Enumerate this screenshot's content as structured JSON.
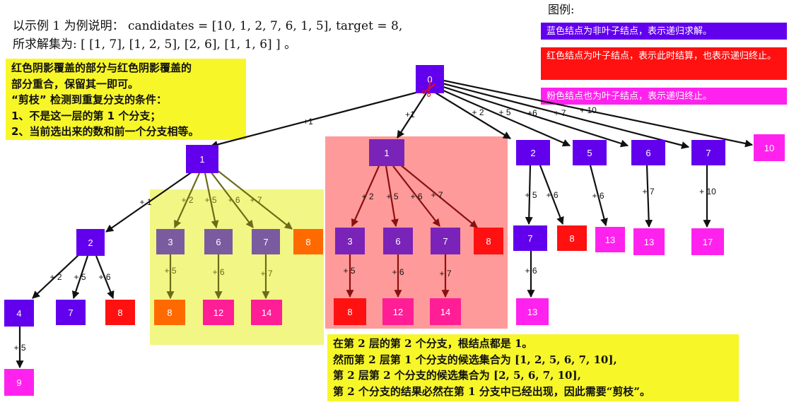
{
  "intro": {
    "line1": "以示例 1 为例说明：  candidates = [10, 1, 2, 7, 6, 1, 5], target = 8,",
    "line2": "所求解集为: [ [1, 7],  [1, 2, 5], [2, 6], [1, 1, 6] ] 。"
  },
  "legend": {
    "title": "图例:",
    "items": [
      {
        "text": "蓝色结点为非叶子结点，表示递归求解。",
        "color": "#6200ee"
      },
      {
        "text": "红色结点为叶子结点，表示此时结算，也表示递归终止。",
        "color": "#ff1111"
      },
      {
        "text": "粉色结点也为叶子结点，表示递归终止。",
        "color": "#ff22ee"
      }
    ]
  },
  "note_left": {
    "lines": [
      "红色阴影覆盖的部分与红色阴影覆盖的",
      "部分重合，保留其一即可。",
      "  “剪枝” 检测到重复分支的条件：",
      "1、不是这一层的第 1 个分支；",
      "2、当前选出来的数和前一个分支相等。"
    ]
  },
  "note_bottom": {
    "lines": [
      "在第 2 层的第 2 个分支，根结点都是 1。",
      "然而第 2 层第 1 个分支的候选集合为 [1, 2, 5, 6, 7, 10],",
      "第 2 层第 2 个分支的候选集合为 [2, 5, 6, 7, 10],",
      "第 2 个分支的结果必然在第 1 分支中已经出现，因此需要“剪枝”。"
    ]
  },
  "scissors_icon": "✂",
  "colors": {
    "blue": "#6200ee",
    "red": "#ff1111",
    "pink": "#ff22ee",
    "faded_purple": "#7a5ba0",
    "orange": "#ff6a00",
    "yellow_shade": "#f0f56e",
    "red_shade": "#ff8888",
    "dark_purple": "#7a23b8",
    "hot_pink": "#ff1e96",
    "olive": "#7a7a1e",
    "dark_red": "#8a1010",
    "edge_label_olive": "#6b6b1a"
  },
  "nodes": [
    {
      "id": "root",
      "label": "0"
    },
    {
      "id": "a1",
      "label": "1"
    },
    {
      "id": "a2",
      "label": "1"
    },
    {
      "id": "b2",
      "label": "2"
    },
    {
      "id": "b5",
      "label": "5"
    },
    {
      "id": "b6",
      "label": "6"
    },
    {
      "id": "b7",
      "label": "7"
    },
    {
      "id": "b10",
      "label": "10"
    },
    {
      "id": "c2",
      "label": "2"
    },
    {
      "id": "c3",
      "label": "3"
    },
    {
      "id": "c6",
      "label": "6"
    },
    {
      "id": "c7",
      "label": "7"
    },
    {
      "id": "c8",
      "label": "8"
    },
    {
      "id": "d3",
      "label": "3"
    },
    {
      "id": "d6",
      "label": "6"
    },
    {
      "id": "d7",
      "label": "7"
    },
    {
      "id": "d8",
      "label": "8"
    },
    {
      "id": "e7",
      "label": "7"
    },
    {
      "id": "e8",
      "label": "8"
    },
    {
      "id": "f13",
      "label": "13"
    },
    {
      "id": "g13",
      "label": "13"
    },
    {
      "id": "h17",
      "label": "17"
    },
    {
      "id": "i4",
      "label": "4"
    },
    {
      "id": "i7",
      "label": "7"
    },
    {
      "id": "i8",
      "label": "8"
    },
    {
      "id": "j8",
      "label": "8"
    },
    {
      "id": "j12",
      "label": "12"
    },
    {
      "id": "j14",
      "label": "14"
    },
    {
      "id": "k8",
      "label": "8"
    },
    {
      "id": "k12",
      "label": "12"
    },
    {
      "id": "k14",
      "label": "14"
    },
    {
      "id": "l13",
      "label": "13"
    },
    {
      "id": "m9",
      "label": "9"
    }
  ],
  "edge_labels": [
    {
      "id": "e-root-a1",
      "text": "+1"
    },
    {
      "id": "e-root-a2",
      "text": "+1"
    },
    {
      "id": "e-root-b2",
      "text": "+ 2"
    },
    {
      "id": "e-root-b5",
      "text": "+ 5"
    },
    {
      "id": "e-root-b6",
      "text": "+6"
    },
    {
      "id": "e-root-b7",
      "text": "+ 7"
    },
    {
      "id": "e-root-b10",
      "text": "+ 10"
    },
    {
      "id": "e-a1-c2",
      "text": "+ 1"
    },
    {
      "id": "e-a1-c3",
      "text": "+ 2"
    },
    {
      "id": "e-a1-c6",
      "text": "+ 5"
    },
    {
      "id": "e-a1-c7",
      "text": "+ 6"
    },
    {
      "id": "e-a1-c8",
      "text": "+ 7"
    },
    {
      "id": "e-a2-d3",
      "text": "+ 2"
    },
    {
      "id": "e-a2-d6",
      "text": "+ 5"
    },
    {
      "id": "e-a2-d7",
      "text": "+ 6"
    },
    {
      "id": "e-a2-d8",
      "text": "+ 7"
    },
    {
      "id": "e-b2-e7",
      "text": "+ 5"
    },
    {
      "id": "e-b2-e8",
      "text": "+ 6"
    },
    {
      "id": "e-b5-f13",
      "text": "+ 6"
    },
    {
      "id": "e-b6-g13",
      "text": "+ 7"
    },
    {
      "id": "e-b7-h17",
      "text": "+ 10"
    },
    {
      "id": "e-c2-i4",
      "text": "+ 2"
    },
    {
      "id": "e-c2-i7",
      "text": "+ 5"
    },
    {
      "id": "e-c2-i8",
      "text": "+ 6"
    },
    {
      "id": "e-c3-j8",
      "text": "+ 5"
    },
    {
      "id": "e-c6-j12",
      "text": "+ 6"
    },
    {
      "id": "e-c7-j14",
      "text": "+ 7"
    },
    {
      "id": "e-d3-k8",
      "text": "+ 5"
    },
    {
      "id": "e-d6-k12",
      "text": "+ 6"
    },
    {
      "id": "e-d7-k14",
      "text": "+ 7"
    },
    {
      "id": "e-e7-l13",
      "text": "+ 6"
    },
    {
      "id": "e-i4-m9",
      "text": "+ 5"
    }
  ]
}
